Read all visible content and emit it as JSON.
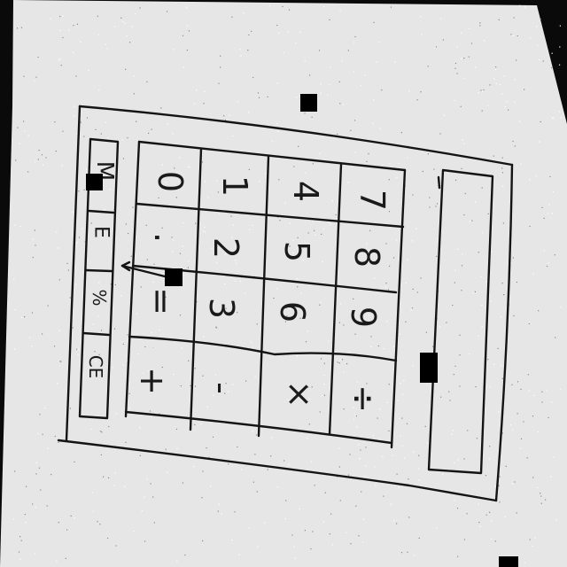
{
  "sketch": {
    "side_panel": {
      "keys": [
        {
          "name": "memory-key",
          "label": "M"
        },
        {
          "name": "memory-e-key",
          "label": "E"
        },
        {
          "name": "percent-key",
          "label": "%"
        },
        {
          "name": "clear-entry-key",
          "label": "CE"
        }
      ]
    },
    "keypad": {
      "rows": [
        [
          "0",
          "1",
          "4",
          "7"
        ],
        [
          ".",
          "2",
          "5",
          "8"
        ],
        [
          "=",
          "3",
          "6",
          "9"
        ],
        [
          "+",
          "-",
          "×",
          "÷"
        ]
      ]
    },
    "display": {
      "value": ""
    }
  }
}
